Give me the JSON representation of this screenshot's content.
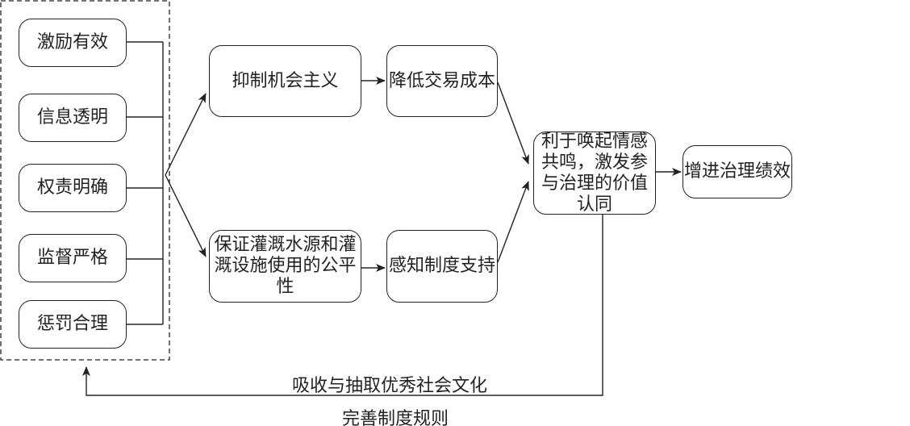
{
  "factors": [
    "激励有效",
    "信息透明",
    "权责明确",
    "监督严格",
    "惩罚合理"
  ],
  "mechanisms": {
    "upper": "抑制机会主义",
    "lower": "保证灌溉水源和灌溉设施使用的公平性"
  },
  "effects": {
    "upper": "降低交易成本",
    "lower": "感知制度支持"
  },
  "center": "利于唤起情感共鸣，激发参与治理的价值认同",
  "outcome": "增进治理绩效",
  "feedback": {
    "label_top": "吸收与抽取优秀社会文化",
    "label_bottom": "完善制度规则"
  }
}
